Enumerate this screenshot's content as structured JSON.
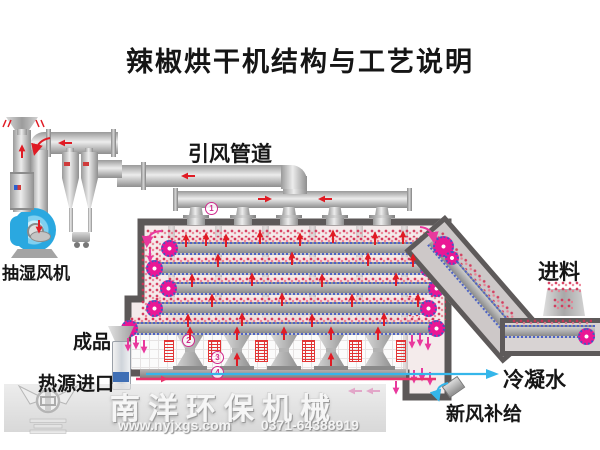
{
  "title": "辣椒烘干机结构与工艺说明",
  "labels": {
    "induced_draft_duct": "引风管道",
    "dehumidify_fan": "抽湿风机",
    "feed_inlet": "进料",
    "finished_product": "成品",
    "heat_source_inlet": "热源进口",
    "condensate_water": "冷凝水",
    "fresh_air_supply": "新风补给"
  },
  "callouts": {
    "c1": "1",
    "c2": "2",
    "c3": "3",
    "c4": "4"
  },
  "watermark": {
    "company": "南洋环保机械",
    "website": "www.nyjxgs.com",
    "phone": "0371-64388919"
  },
  "colors": {
    "hot_air_arrow": "#e01b24",
    "material_arrow": "#e9389d",
    "condensate_line": "#35b6ea",
    "heat_source_line": "#e8356d",
    "fan_body": "#2aa8e0",
    "roller": "#ea1795"
  }
}
